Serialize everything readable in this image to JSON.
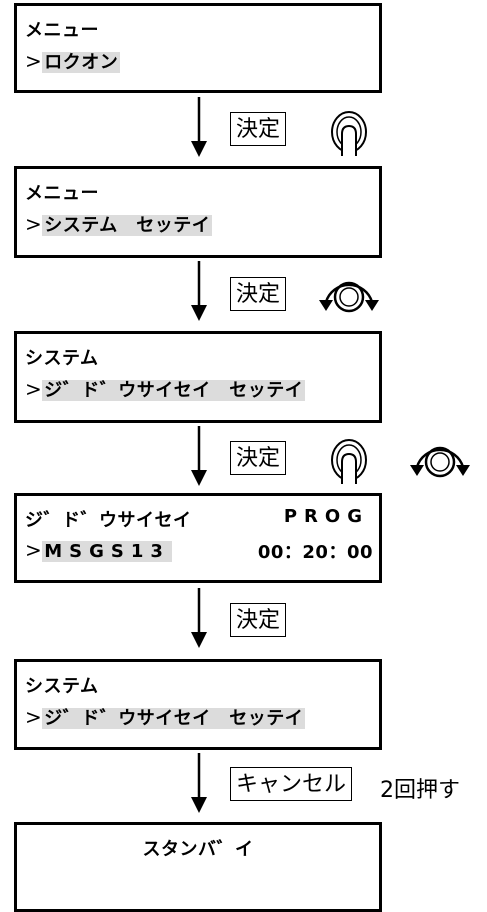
{
  "steps": [
    {
      "line1": "メニュー",
      "caret": ">",
      "line2": "ロクオン"
    },
    {
      "line1": "メニュー",
      "caret": ">",
      "line2": "システム　セッテイ"
    },
    {
      "line1": "システム",
      "caret": ">",
      "line2": "ジ゛ド゛ウサイセイ　セッテイ"
    },
    {
      "line1": "ジ゛ド゛ウサイセイ",
      "line1_right": "PROG",
      "caret": ">",
      "line2": "MSGS13",
      "line2_right": "00：20：00"
    },
    {
      "line1": "システム",
      "caret": ">",
      "line2": "ジ゛ド゛ウサイセイ　セッテイ"
    },
    {
      "line1": "スタンバ゛イ"
    }
  ],
  "keys": {
    "enter": "決定",
    "cancel": "キャンセル",
    "press_twice": "2回押す"
  },
  "icons": {
    "push": "knob-push-icon",
    "rotate": "knob-rotate-icon",
    "arrow": "down-arrow-icon"
  }
}
